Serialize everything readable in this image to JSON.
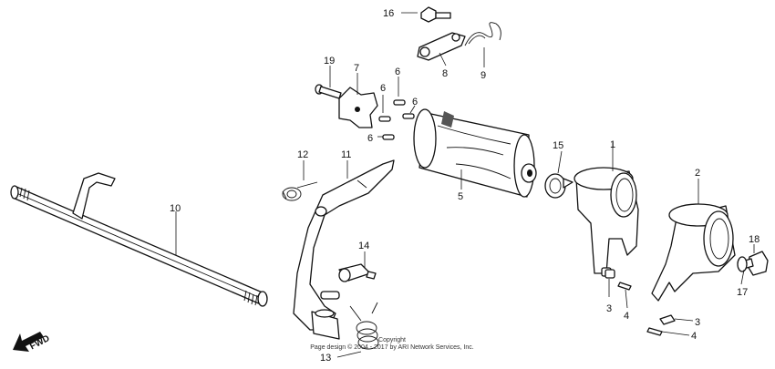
{
  "diagram": {
    "callouts": {
      "c1": "1",
      "c2": "2",
      "c3a": "3",
      "c3b": "3",
      "c4a": "4",
      "c4b": "4",
      "c5": "5",
      "c6a": "6",
      "c6b": "6",
      "c6c": "6",
      "c6d": "6",
      "c7": "7",
      "c8": "8",
      "c9": "9",
      "c10": "10",
      "c11": "11",
      "c12": "12",
      "c13": "13",
      "c14": "14",
      "c15": "15",
      "c16": "16",
      "c17": "17",
      "c18": "18",
      "c19": "19"
    },
    "fwd_label": "FWD",
    "credit_line1": "Copyright",
    "credit_line2": "Page design © 2004 - 2017 by ARI Network Services, Inc."
  }
}
